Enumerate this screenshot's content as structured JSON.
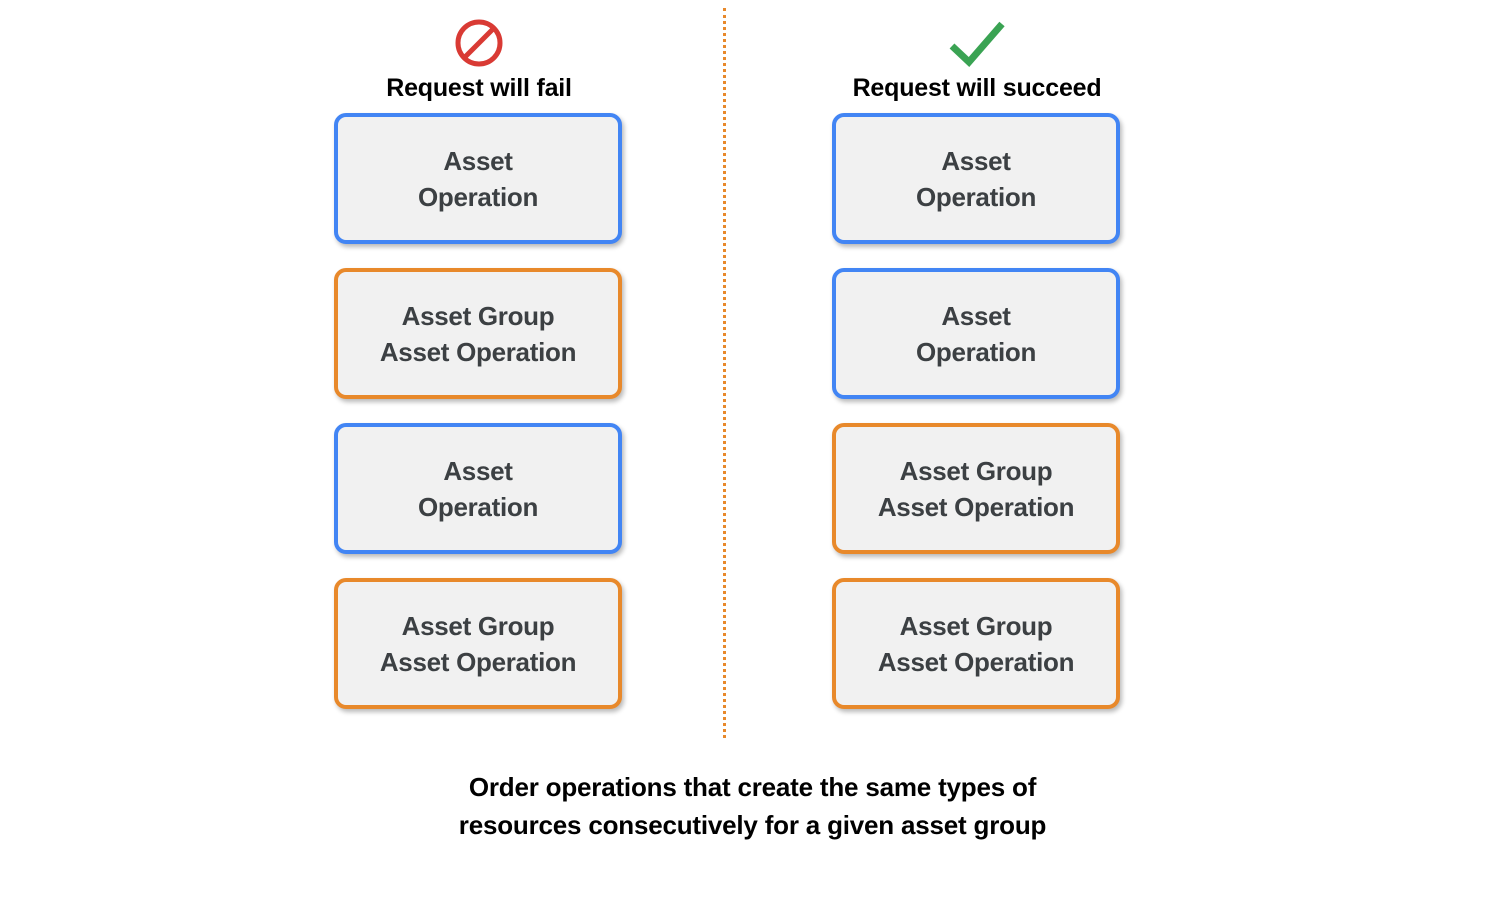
{
  "colors": {
    "asset_border": "#4285f4",
    "group_border": "#e8892b",
    "box_fill": "#f1f1f1",
    "box_text": "#3c4043",
    "divider": "#e8892b",
    "fail_icon": "#d93a34",
    "success_icon": "#3aa353",
    "caption_text": "#000000",
    "background": "#ffffff"
  },
  "columns": [
    {
      "id": "fail",
      "icon": "prohibition-icon",
      "title": "Request will fail",
      "boxes": [
        {
          "type": "asset",
          "label": "Asset\nOperation"
        },
        {
          "type": "group",
          "label": "Asset Group\nAsset Operation"
        },
        {
          "type": "asset",
          "label": "Asset\nOperation"
        },
        {
          "type": "group",
          "label": "Asset Group\nAsset Operation"
        }
      ]
    },
    {
      "id": "succeed",
      "icon": "checkmark-icon",
      "title": "Request will succeed",
      "boxes": [
        {
          "type": "asset",
          "label": "Asset\nOperation"
        },
        {
          "type": "asset",
          "label": "Asset\nOperation"
        },
        {
          "type": "group",
          "label": "Asset Group\nAsset Operation"
        },
        {
          "type": "group",
          "label": "Asset Group\nAsset Operation"
        }
      ]
    }
  ],
  "caption": "Order operations that create the same types of\nresources consecutively for a given asset group"
}
